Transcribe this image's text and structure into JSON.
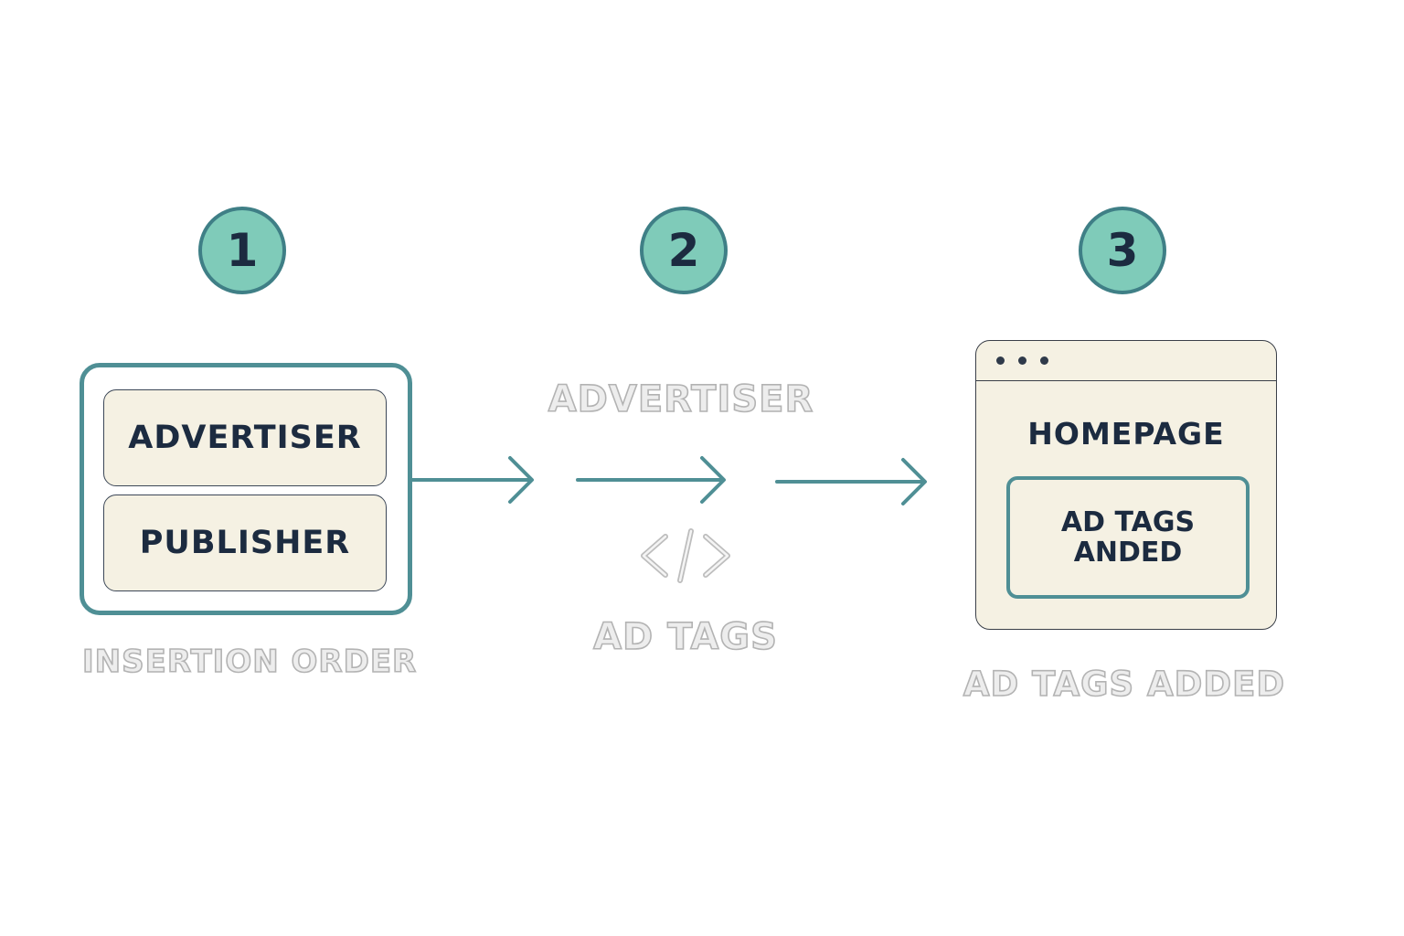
{
  "steps": [
    {
      "number": "1",
      "caption": "INSERTION ORDER"
    },
    {
      "number": "2",
      "caption": "AD TAGS"
    },
    {
      "number": "3",
      "caption": "AD TAGS ADDED"
    }
  ],
  "insertion_order": {
    "top_card": "ADVERTISER",
    "bottom_card": "PUBLISHER"
  },
  "middle": {
    "heading": "ADVERTISER",
    "icon": "code-icon"
  },
  "homepage": {
    "title": "HOMEPAGE",
    "slot_line1": "AD TAGS",
    "slot_line2": "ANDED"
  },
  "colors": {
    "teal_fill": "#7fcbb9",
    "teal_stroke": "#4f8f95",
    "navy_text": "#1c2b40",
    "card_fill": "#f5f1e3",
    "ghost_stroke": "#b3b3b3"
  }
}
